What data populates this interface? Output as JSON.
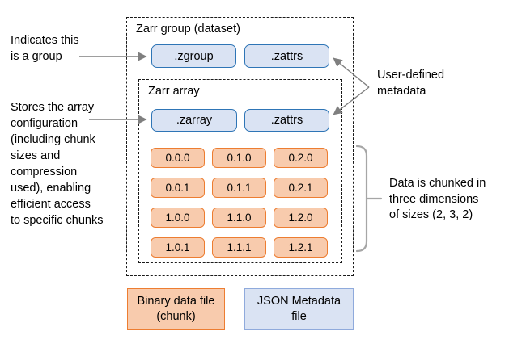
{
  "diagram": {
    "group_container_label": "Zarr group (dataset)",
    "array_container_label": "Zarr array",
    "boxes": {
      "zgroup": ".zgroup",
      "zattrs_group": ".zattrs",
      "zarray": ".zarray",
      "zattrs_array": ".zattrs"
    },
    "chunks": [
      "0.0.0",
      "0.1.0",
      "0.2.0",
      "0.0.1",
      "0.1.1",
      "0.2.1",
      "1.0.0",
      "1.1.0",
      "1.2.0",
      "1.0.1",
      "1.1.1",
      "1.2.1"
    ],
    "annotations": {
      "group_note": "Indicates this\nis a group",
      "array_note": "Stores the array\nconfiguration\n(including chunk\nsizes and\ncompression\nused), enabling\nefficient access\nto specific chunks",
      "metadata_note": "User-defined\nmetadata",
      "chunk_note": "Data is chunked in\nthree dimensions\nof sizes (2, 3, 2)"
    },
    "legend": {
      "binary_label": "Binary data file\n(chunk)",
      "json_label": "JSON Metadata\nfile"
    },
    "colors": {
      "blue_fill": "#dae3f3",
      "blue_border": "#2e75b6",
      "blue_legend_border": "#8faadc",
      "orange_fill": "#f8cbad",
      "orange_border": "#ed7d31",
      "arrow_grey": "#7f7f7f",
      "brace_grey": "#a6a6a6",
      "dash_black": "#1a1a1a"
    }
  }
}
